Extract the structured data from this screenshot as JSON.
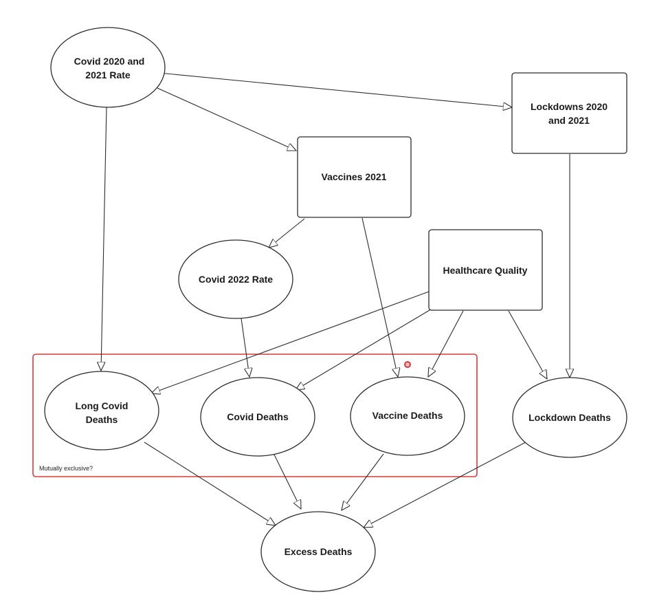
{
  "diagram": {
    "nodes": {
      "covid_2020_2021_rate": {
        "label_line1": "Covid 2020 and",
        "label_line2": "2021 Rate",
        "shape": "ellipse"
      },
      "lockdowns_2020_2021": {
        "label_line1": "Lockdowns 2020",
        "label_line2": "and 2021",
        "shape": "rectangle"
      },
      "vaccines_2021": {
        "label": "Vaccines 2021",
        "shape": "rectangle"
      },
      "covid_2022_rate": {
        "label": "Covid 2022 Rate",
        "shape": "ellipse"
      },
      "healthcare_quality": {
        "label": "Healthcare Quality",
        "shape": "rectangle"
      },
      "long_covid_deaths": {
        "label_line1": "Long Covid",
        "label_line2": "Deaths",
        "shape": "ellipse"
      },
      "covid_deaths": {
        "label": "Covid Deaths",
        "shape": "ellipse"
      },
      "vaccine_deaths": {
        "label": "Vaccine Deaths",
        "shape": "ellipse"
      },
      "lockdown_deaths": {
        "label": "Lockdown Deaths",
        "shape": "ellipse"
      },
      "excess_deaths": {
        "label": "Excess Deaths",
        "shape": "ellipse"
      }
    },
    "edges": [
      {
        "from": "covid_2020_2021_rate",
        "to": "lockdowns_2020_2021"
      },
      {
        "from": "covid_2020_2021_rate",
        "to": "vaccines_2021"
      },
      {
        "from": "covid_2020_2021_rate",
        "to": "long_covid_deaths"
      },
      {
        "from": "vaccines_2021",
        "to": "covid_2022_rate"
      },
      {
        "from": "vaccines_2021",
        "to": "vaccine_deaths"
      },
      {
        "from": "lockdowns_2020_2021",
        "to": "lockdown_deaths"
      },
      {
        "from": "covid_2022_rate",
        "to": "covid_deaths"
      },
      {
        "from": "healthcare_quality",
        "to": "long_covid_deaths"
      },
      {
        "from": "healthcare_quality",
        "to": "covid_deaths"
      },
      {
        "from": "healthcare_quality",
        "to": "vaccine_deaths"
      },
      {
        "from": "healthcare_quality",
        "to": "lockdown_deaths"
      },
      {
        "from": "long_covid_deaths",
        "to": "excess_deaths"
      },
      {
        "from": "covid_deaths",
        "to": "excess_deaths"
      },
      {
        "from": "vaccine_deaths",
        "to": "excess_deaths"
      },
      {
        "from": "lockdown_deaths",
        "to": "excess_deaths"
      }
    ],
    "group": {
      "label": "Mutually exclusive?",
      "members": [
        "long_covid_deaths",
        "covid_deaths",
        "vaccine_deaths"
      ],
      "border_color": "#d93a3a"
    }
  },
  "colors": {
    "stroke": "#2b2b2b",
    "group_border": "#d93a3a",
    "cursor": "#d32f2f"
  }
}
